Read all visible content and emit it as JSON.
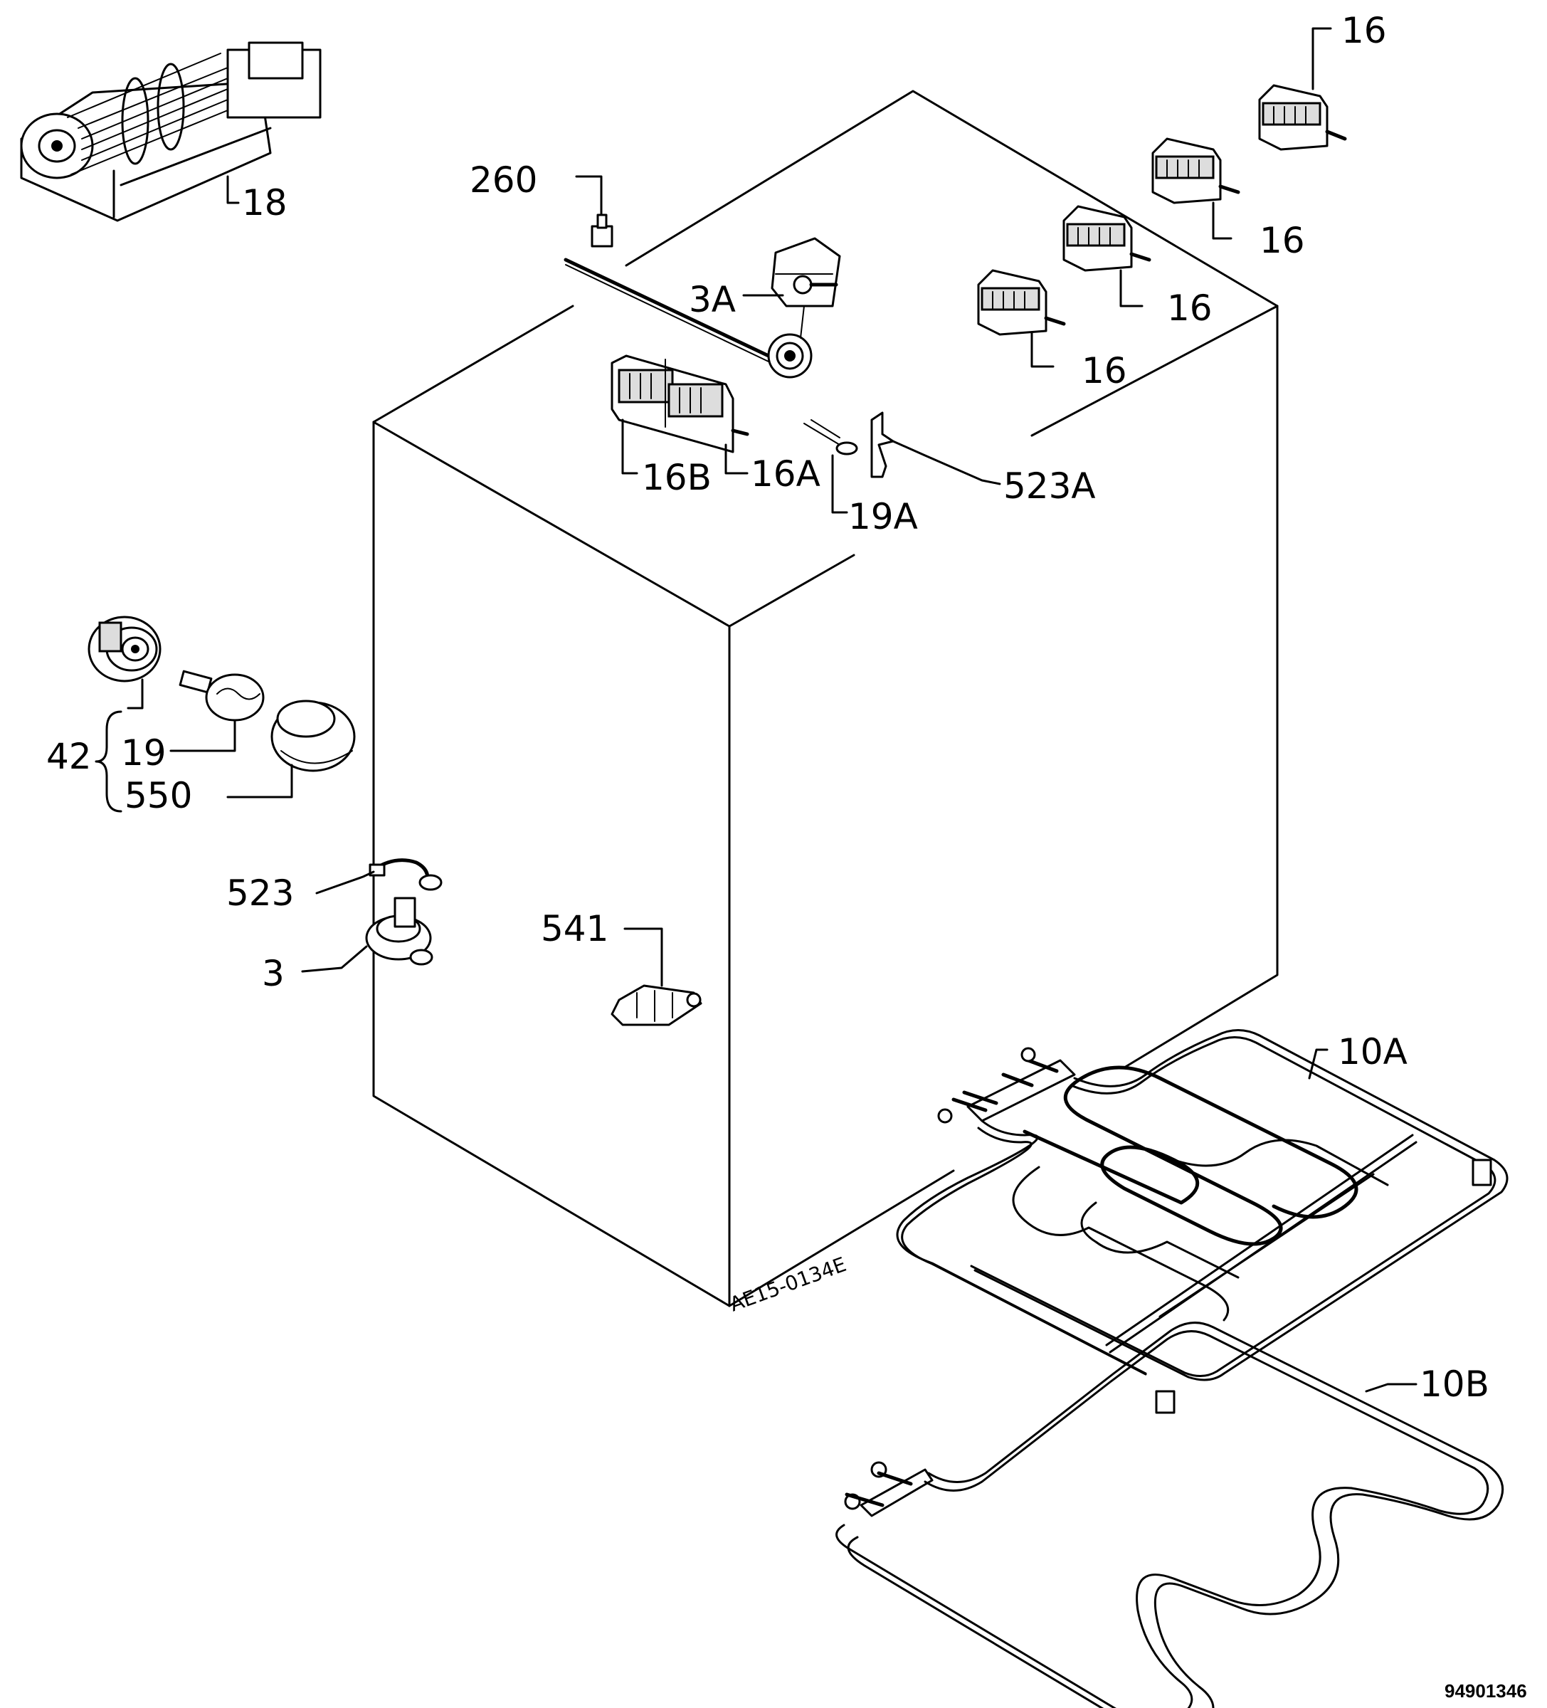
{
  "labels": {
    "fan_motor": "18",
    "probe_sensor": "260",
    "thermostat_a": "3A",
    "switch_b": "16B",
    "switch_a": "16A",
    "pilot_lamp_a": "19A",
    "clip_a": "523A",
    "switch_1": "16",
    "switch_2": "16",
    "switch_3": "16",
    "switch_4": "16",
    "lamp_assembly": "42",
    "lamp_bulb": "19",
    "lamp_cover": "550",
    "clip": "523",
    "thermostat": "3",
    "terminal_block": "541",
    "heating_element_top": "10A",
    "heating_element_bottom": "10B"
  },
  "drawing_code": "AE15-0134E",
  "reference_number": "94901346"
}
